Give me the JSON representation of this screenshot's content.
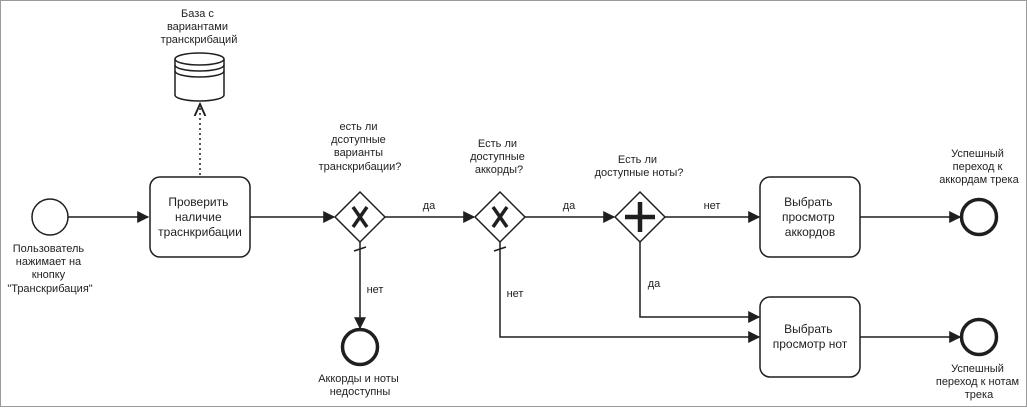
{
  "start_event": {
    "label": [
      "Пользователь",
      "нажимает на",
      "кнопку",
      "\"Транскрибация\""
    ]
  },
  "data_store": {
    "label": [
      "База с",
      "вариантами",
      "транскрибаций"
    ]
  },
  "task_check": {
    "label": [
      "Проверить",
      "наличие",
      "траснкрибации"
    ]
  },
  "gateway_1": {
    "label": [
      "есть ли",
      "дсотупные",
      "варианты",
      "транскрибации?"
    ],
    "yes": "да",
    "no": "нет"
  },
  "gateway_2": {
    "label": [
      "Есть ли",
      "доступные",
      "аккорды?"
    ],
    "yes": "да",
    "no": "нет"
  },
  "gateway_3": {
    "label": [
      "Есть ли",
      "доступные ноты?"
    ],
    "no": "нет",
    "yes": "да"
  },
  "task_chords": {
    "label": [
      "Выбрать",
      "просмотр",
      "аккордов"
    ]
  },
  "task_notes": {
    "label": [
      "Выбрать",
      "просмотр нот"
    ]
  },
  "end_unavailable": {
    "label": [
      "Аккорды и ноты",
      "недоступны"
    ]
  },
  "end_chords": {
    "label": [
      "Успешный",
      "переход к",
      "аккордам трека"
    ]
  },
  "end_notes": {
    "label": [
      "Успешный",
      "переход к нотам",
      "трека"
    ]
  }
}
